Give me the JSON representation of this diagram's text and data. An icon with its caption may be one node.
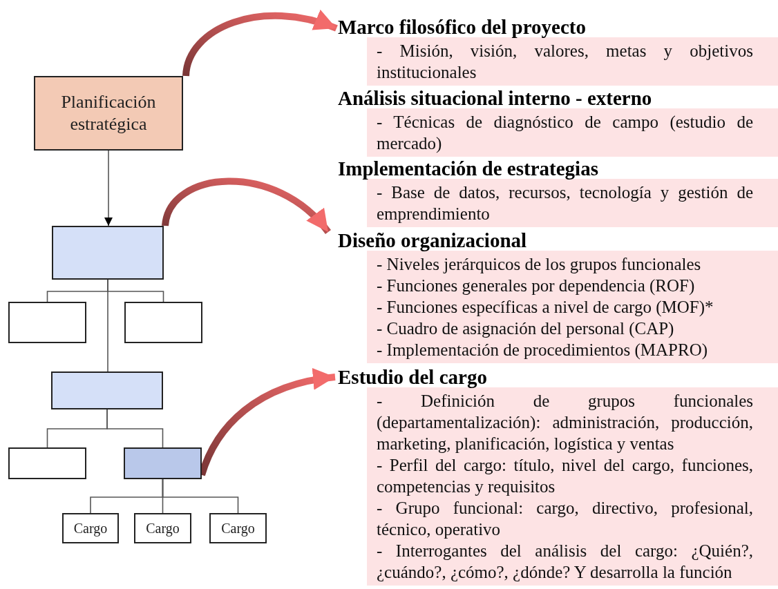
{
  "diagram": {
    "nodes": [
      {
        "text": [
          "Planificación estratégica"
        ]
      },
      {
        "text": [],
        "shape": "box"
      },
      {
        "text": [],
        "shape": "box"
      },
      {
        "text": [],
        "shape": "box"
      },
      {
        "text": [],
        "shape": "box"
      },
      {
        "text": [],
        "shape": "box"
      },
      {
        "text": [],
        "shape": "box"
      },
      {
        "text": [
          "Cargo"
        ]
      },
      {
        "text": [
          "Cargo"
        ]
      },
      {
        "text": [
          "Cargo"
        ]
      },
      {
        "text": [
          "Marco filosófico del proyecto",
          "- Misión, visión, valores, metas y objetivos institucionales"
        ]
      },
      {
        "text": [
          "Análisis situacional interno - externo",
          "- Técnicas de diagnóstico de campo (estudio de mercado)"
        ]
      },
      {
        "text": [
          "Implementación de estrategias",
          "- Base de datos, recursos, tecnología y gestión de emprendimiento"
        ]
      },
      {
        "text": [
          "Diseño organizacional",
          "- Niveles jerárquicos de los grupos funcionales",
          "- Funciones generales por dependencia (ROF)",
          "- Funciones específicas a nivel de cargo (MOF)*",
          "- Cuadro de asignación del personal (CAP)",
          "- Implementación de procedimientos (MAPRO)"
        ]
      },
      {
        "text": [
          "Estudio del cargo",
          "- Definición de grupos funcionales (departamentalización): administración, producción, marketing, planificación, logística y ventas",
          "- Perfil del cargo: título, nivel del cargo, funciones, competencias y requisitos",
          "- Grupo funcional: cargo, directivo, profesional, técnico, operativo",
          "- Interrogantes del análisis del cargo: ¿Quién?, ¿cuándo?, ¿cómo?, ¿dónde? Y desarrolla la función"
        ]
      }
    ],
    "edges": [
      {
        "from": 0,
        "to": 1,
        "arrow": "to"
      },
      {
        "from": 1,
        "to": 2,
        "arrow": "none"
      },
      {
        "from": 1,
        "to": 3,
        "arrow": "none"
      },
      {
        "from": 1,
        "to": 4,
        "arrow": "none"
      },
      {
        "from": 4,
        "to": 5,
        "arrow": "none"
      },
      {
        "from": 4,
        "to": 6,
        "arrow": "none"
      },
      {
        "from": 6,
        "to": 7,
        "arrow": "none"
      },
      {
        "from": 6,
        "to": 8,
        "arrow": "none"
      },
      {
        "from": 6,
        "to": 9,
        "arrow": "none"
      },
      {
        "from": 0,
        "to": 10,
        "arrow": "to",
        "style": "thick",
        "color": "#f26b6b"
      },
      {
        "from": 1,
        "to": 13,
        "arrow": "to",
        "style": "thick",
        "color": "#f26b6b"
      },
      {
        "from": 6,
        "to": 14,
        "arrow": "to",
        "style": "thick",
        "color": "#f26b6b"
      }
    ]
  }
}
